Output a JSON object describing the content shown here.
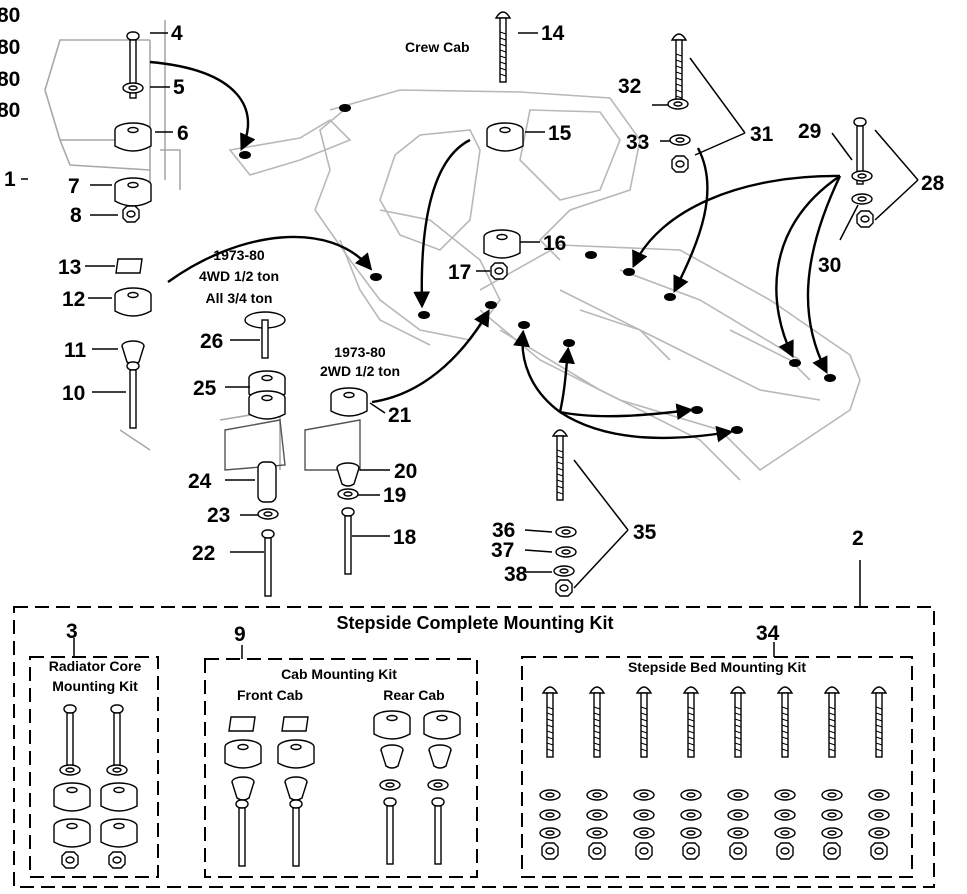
{
  "diagram": {
    "labels": {
      "n1": "1",
      "n2": "2",
      "n3": "3",
      "n4": "4",
      "n5": "5",
      "n6": "6",
      "n7": "7",
      "n8": "8",
      "n9": "9",
      "n10": "10",
      "n11": "11",
      "n12": "12",
      "n13": "13",
      "n14": "14",
      "n15": "15",
      "n16": "16",
      "n17": "17",
      "n18": "18",
      "n19": "19",
      "n20": "20",
      "n21": "21",
      "n22": "22",
      "n23": "23",
      "n24": "24",
      "n25": "25",
      "n26": "26",
      "n28": "28",
      "n29": "29",
      "n30": "30",
      "n31": "31",
      "n32": "32",
      "n33": "33",
      "n34": "34",
      "n35": "35",
      "n36": "36",
      "n37": "37",
      "n38": "38"
    },
    "edge_labels": [
      "80",
      "80",
      "80",
      "80"
    ],
    "captions": {
      "crew_cab": "Crew Cab",
      "years_a": "1973-80",
      "fourwd": "4WD 1/2 ton",
      "all34": "All 3/4 ton",
      "years_b": "1973-80",
      "twowd": "2WD 1/2 ton"
    },
    "kits": {
      "complete": "Stepside Complete Mounting Kit",
      "radiator_line1": "Radiator Core",
      "radiator_line2": "Mounting Kit",
      "cab": "Cab Mounting Kit",
      "front_cab": "Front Cab",
      "rear_cab": "Rear Cab",
      "bed": "Stepside Bed Mounting Kit"
    }
  }
}
